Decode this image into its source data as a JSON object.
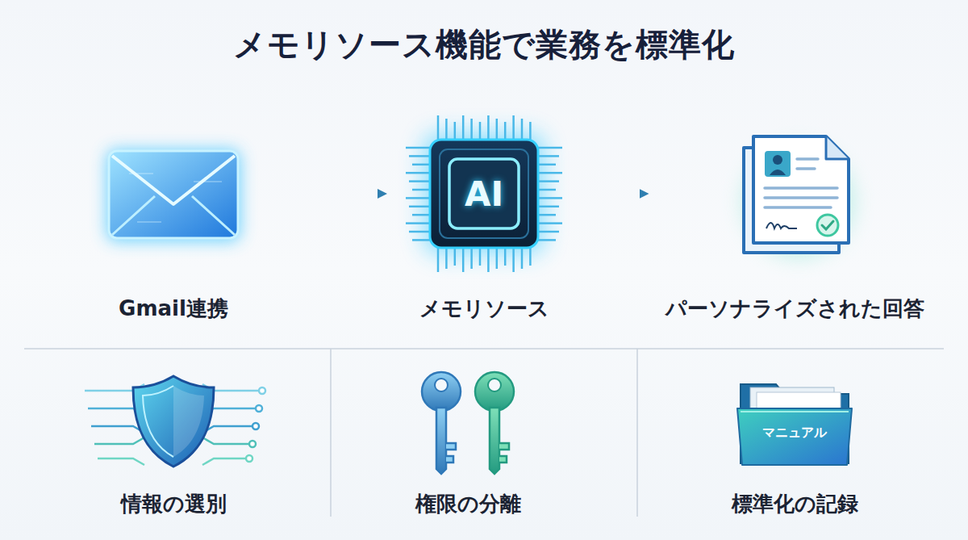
{
  "diagram": {
    "title": "メモリソース機能で業務を標準化",
    "nodes": [
      {
        "text": [
          "Gmail連携"
        ]
      },
      {
        "text": [
          "AI",
          "メモリソース"
        ]
      },
      {
        "text": [
          "パーソナライズされた回答"
        ]
      },
      {
        "text": [
          "情報の選別"
        ]
      },
      {
        "text": [
          "権限の分離"
        ]
      },
      {
        "text": [
          "マニュアル",
          "標準化の記録"
        ]
      }
    ],
    "edges": [
      {
        "from": 0,
        "to": 1,
        "arrow": "to"
      },
      {
        "from": 1,
        "to": 2,
        "arrow": "to"
      }
    ]
  }
}
